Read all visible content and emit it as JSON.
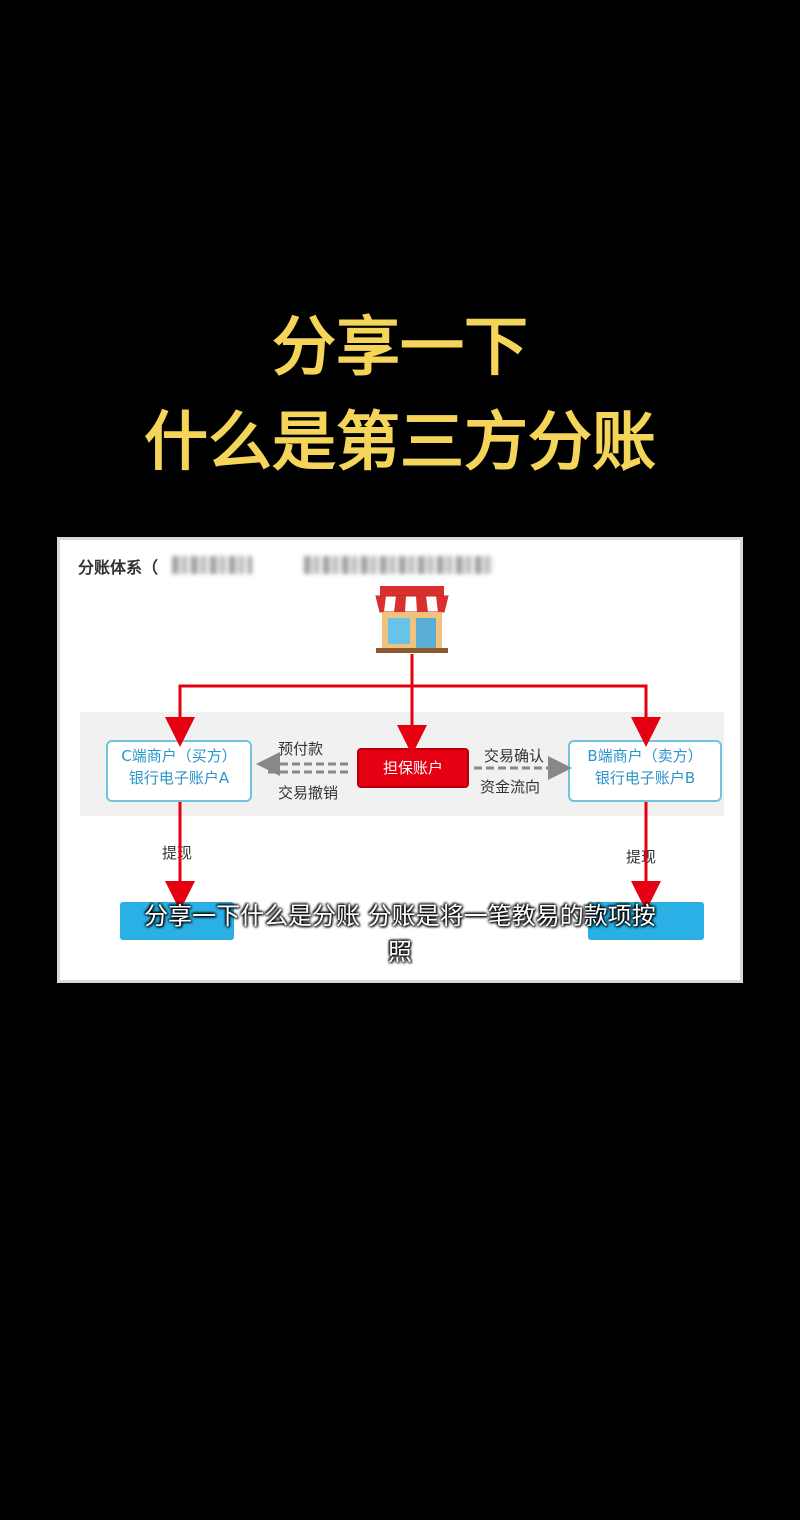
{
  "title": {
    "line1": "分享一下",
    "line2": "什么是第三方分账"
  },
  "diagram": {
    "label": "分账体系（",
    "nodes": {
      "c_merchant": {
        "line1": "C端商户（买方）",
        "line2": "银行电子账户A"
      },
      "b_merchant": {
        "line1": "B端商户（卖方）",
        "line2": "银行电子账户B"
      },
      "escrow": "担保账户"
    },
    "edges": {
      "prepay": "预付款",
      "revoke": "交易撤销",
      "confirm": "交易确认",
      "flow": "资金流向",
      "withdraw_a": "提现",
      "withdraw_b": "提现"
    },
    "icons": {
      "store": "store-icon"
    },
    "colors": {
      "arrow": "#e50012",
      "box_border": "#72c4dc",
      "box_text": "#2a95c9",
      "settle": "#2ab0e4"
    }
  },
  "subtitle": {
    "line1": "分享一下什么是分账 分账是将一笔教易的款项按",
    "line2": "照"
  }
}
